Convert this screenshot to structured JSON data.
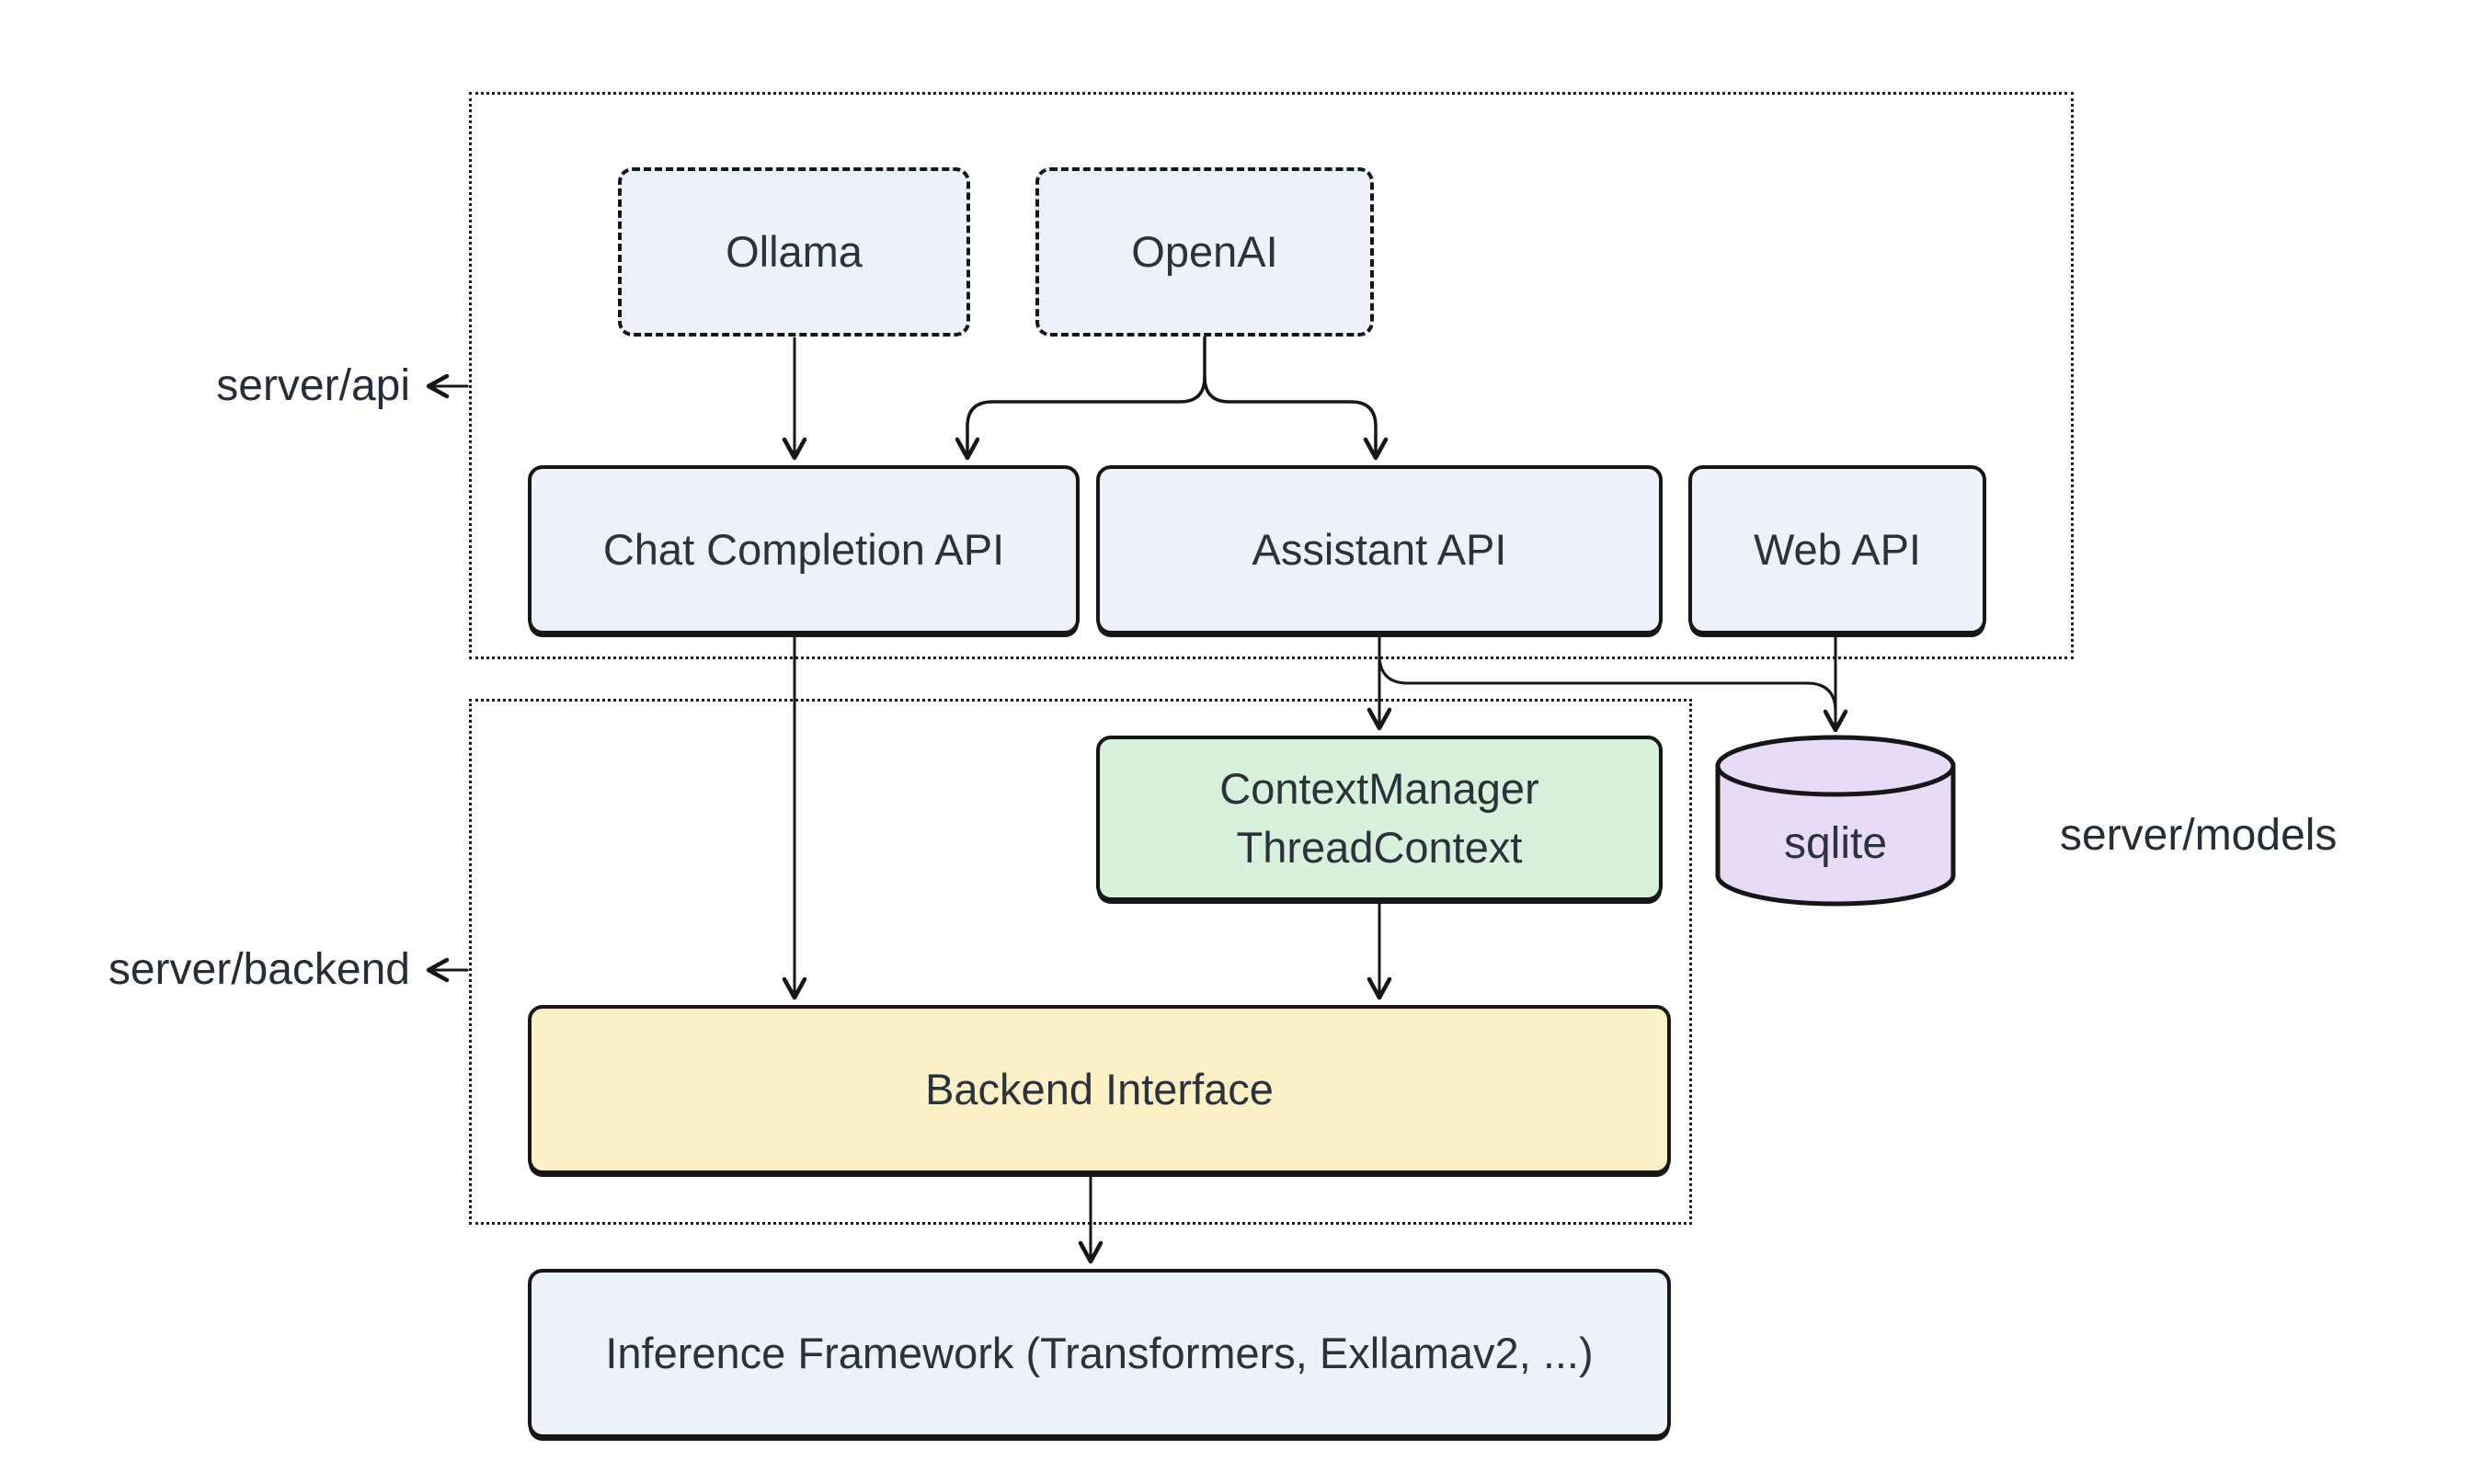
{
  "diagram": {
    "groups": [
      {
        "id": "server-api",
        "label": "server/api"
      },
      {
        "id": "server-backend",
        "label": "server/backend"
      }
    ],
    "external_labels": [
      {
        "id": "server-models",
        "label": "server/models",
        "refers_to": "sqlite"
      }
    ],
    "nodes": {
      "ollama": {
        "label": "Ollama",
        "shape": "dashed-rect",
        "fill": "#edf2fa"
      },
      "openai": {
        "label": "OpenAI",
        "shape": "dashed-rect",
        "fill": "#edf2fa"
      },
      "chat_completion_api": {
        "label": "Chat Completion API",
        "shape": "rect",
        "fill": "#edf2fa"
      },
      "assistant_api": {
        "label": "Assistant API",
        "shape": "rect",
        "fill": "#edf2fa"
      },
      "web_api": {
        "label": "Web API",
        "shape": "rect",
        "fill": "#edf2fa"
      },
      "context_manager": {
        "lines": [
          "ContextManager",
          "ThreadContext"
        ],
        "shape": "rect",
        "fill": "#d8f1dc"
      },
      "sqlite": {
        "label": "sqlite",
        "shape": "cylinder",
        "fill": "#e7dbf8"
      },
      "backend_interface": {
        "label": "Backend Interface",
        "shape": "rect",
        "fill": "#fcf0c6"
      },
      "inference_framework": {
        "label": "Inference Framework (Transformers, Exllamav2, ...)",
        "shape": "rect",
        "fill": "#edf2fa"
      }
    },
    "edges": [
      {
        "from": "Ollama",
        "to": "Chat Completion API"
      },
      {
        "from": "OpenAI",
        "to": "Chat Completion API"
      },
      {
        "from": "OpenAI",
        "to": "Assistant API"
      },
      {
        "from": "Chat Completion API",
        "to": "Backend Interface"
      },
      {
        "from": "Assistant API",
        "to": "ContextManager ThreadContext"
      },
      {
        "from": "Assistant API",
        "to": "sqlite"
      },
      {
        "from": "Web API",
        "to": "sqlite"
      },
      {
        "from": "ContextManager ThreadContext",
        "to": "Backend Interface"
      },
      {
        "from": "Backend Interface",
        "to": "Inference Framework (Transformers, Exllamav2, ...)"
      }
    ],
    "colors": {
      "background": "#ffffff",
      "node_blue": "#edf2fa",
      "node_green": "#d8f1dc",
      "node_purple": "#e7dbf8",
      "node_yellow": "#fcf0c6",
      "stroke": "#161616",
      "text": "#2b323c"
    }
  }
}
